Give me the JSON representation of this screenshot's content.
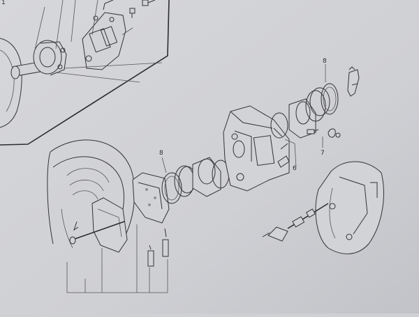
{
  "figure": {
    "callouts": [
      {
        "id": "callout-8-upper",
        "label": "8"
      },
      {
        "id": "callout-8-lower",
        "label": "8"
      },
      {
        "id": "callout-7",
        "label": "7"
      },
      {
        "id": "callout-6",
        "label": "6"
      },
      {
        "id": "callout-inset-1",
        "label": "1"
      }
    ],
    "colors": {
      "paper": "#cfd0d4",
      "ink": "#2c2c2c"
    }
  }
}
